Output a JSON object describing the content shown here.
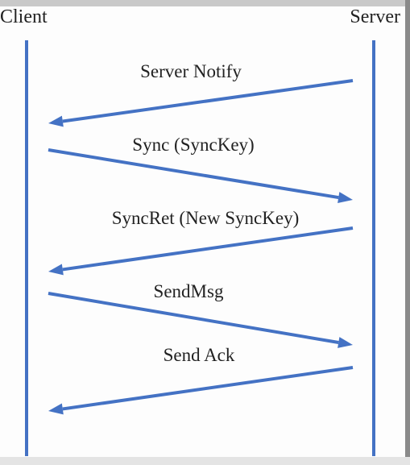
{
  "participants": {
    "client": "Client",
    "server": "Server"
  },
  "messages": [
    {
      "label": "Server Notify",
      "from": "server",
      "to": "client"
    },
    {
      "label": "Sync (SyncKey)",
      "from": "client",
      "to": "server"
    },
    {
      "label": "SyncRet (New SyncKey)",
      "from": "server",
      "to": "client"
    },
    {
      "label": "SendMsg",
      "from": "client",
      "to": "server"
    },
    {
      "label": "Send Ack",
      "from": "server",
      "to": "client"
    }
  ],
  "colors": {
    "arrow": "#4472c4",
    "lifeline": "#4472c4",
    "text": "#222222"
  }
}
